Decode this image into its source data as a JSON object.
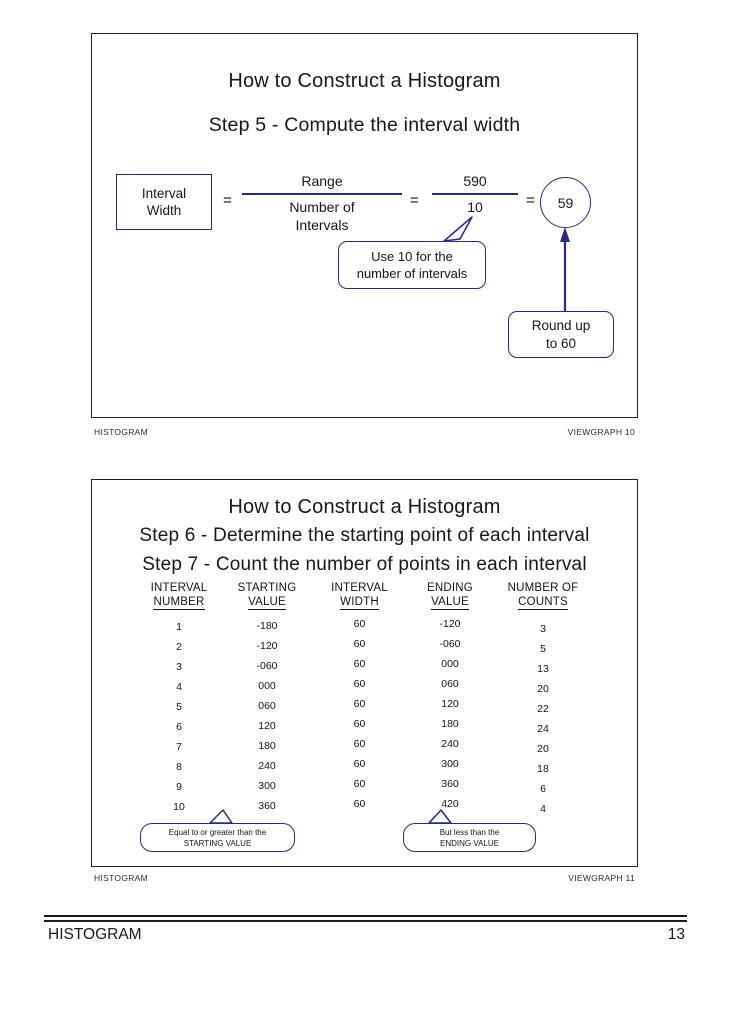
{
  "page": {
    "footer_left": "HISTOGRAM",
    "footer_page_number": "13"
  },
  "colors": {
    "accent_navy": "#2a2a7a",
    "text_black": "#161616",
    "slide_border": "#221f1f"
  },
  "slide1": {
    "title": "How to Construct a Histogram",
    "step": "Step 5 - Compute the interval width",
    "interval_width_box": {
      "line1": "Interval",
      "line2": "Width"
    },
    "equals_1": "=",
    "equals_2": "=",
    "equals_3": "=",
    "fraction_words": {
      "numerator": "Range",
      "denominator_line1": "Number of",
      "denominator_line2": "Intervals"
    },
    "fraction_numbers": {
      "numerator": "590",
      "denominator": "10"
    },
    "result_circle": "59",
    "callout_use10": {
      "line1": "Use 10 for the",
      "line2": "number of intervals"
    },
    "callout_roundup": {
      "line1": "Round up",
      "line2": "to 60"
    },
    "footer_left": "HISTOGRAM",
    "footer_right": "VIEWGRAPH 10"
  },
  "slide2": {
    "title": "How to Construct a Histogram",
    "step6": "Step 6 - Determine the starting point of each interval",
    "step7": "Step 7 - Count the number of points in each interval",
    "table": {
      "headers": [
        {
          "line1": "INTERVAL",
          "line2": "NUMBER"
        },
        {
          "line1": "STARTING",
          "line2": "VALUE"
        },
        {
          "line1": "INTERVAL",
          "line2": "WIDTH"
        },
        {
          "line1": "ENDING",
          "line2": "VALUE"
        },
        {
          "line1": "NUMBER OF",
          "line2": "COUNTS"
        }
      ],
      "rows": [
        [
          "1",
          "-180",
          "60",
          "-120",
          "3"
        ],
        [
          "2",
          "-120",
          "60",
          "-060",
          "5"
        ],
        [
          "3",
          "-060",
          "60",
          "000",
          "13"
        ],
        [
          "4",
          "000",
          "60",
          "060",
          "20"
        ],
        [
          "5",
          "060",
          "60",
          "120",
          "22"
        ],
        [
          "6",
          "120",
          "60",
          "180",
          "24"
        ],
        [
          "7",
          "180",
          "60",
          "240",
          "20"
        ],
        [
          "8",
          "240",
          "60",
          "300",
          "18"
        ],
        [
          "9",
          "300",
          "60",
          "360",
          "6"
        ],
        [
          "10",
          "360",
          "60",
          "420",
          "4"
        ]
      ]
    },
    "callout_starting": {
      "line1": "Equal to or greater than the",
      "line2": "STARTING VALUE"
    },
    "callout_ending": {
      "line1": "But less than the",
      "line2": "ENDING VALUE"
    },
    "footer_left": "HISTOGRAM",
    "footer_right": "VIEWGRAPH 11"
  }
}
